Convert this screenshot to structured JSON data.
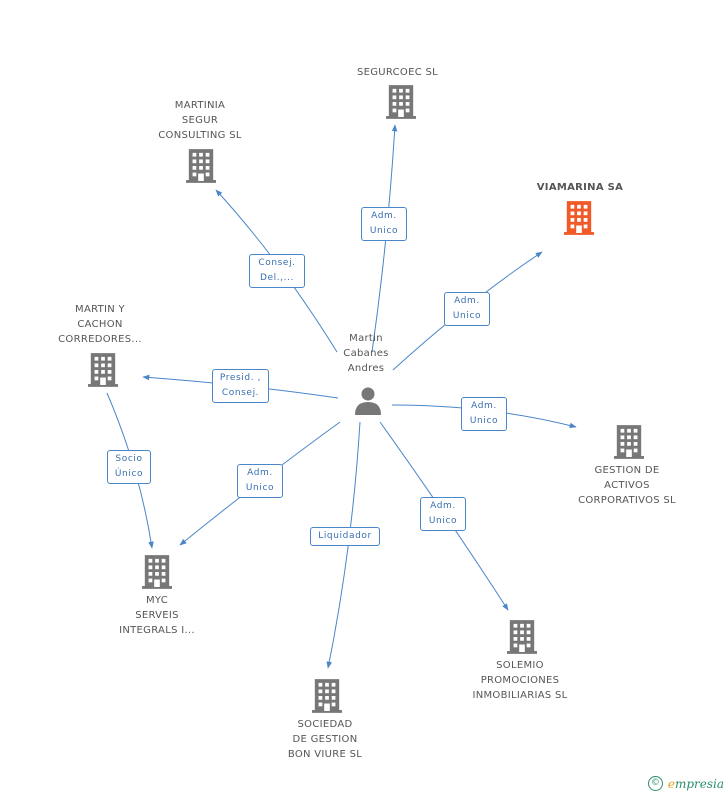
{
  "center": {
    "name_lines": [
      "Martin",
      "Cabanes",
      "Andres"
    ],
    "icon": "person-icon"
  },
  "companies": {
    "segurcoec": {
      "lines": [
        "SEGURCOEC SL"
      ],
      "icon": "building-icon",
      "color": "#777777"
    },
    "martinia": {
      "lines": [
        "MARTINIA",
        "SEGUR",
        "CONSULTING SL"
      ],
      "icon": "building-icon",
      "color": "#777777"
    },
    "viamarina": {
      "lines": [
        "VIAMARINA SA"
      ],
      "icon": "building-icon",
      "color": "#f05a28"
    },
    "martin_cachon": {
      "lines": [
        "MARTIN Y",
        "CACHON",
        "CORREDORES..."
      ],
      "icon": "building-icon",
      "color": "#777777"
    },
    "gestion": {
      "lines": [
        "GESTION DE",
        "ACTIVOS",
        "CORPORATIVOS SL"
      ],
      "icon": "building-icon",
      "color": "#777777"
    },
    "myc": {
      "lines": [
        "MYC",
        "SERVEIS",
        "INTEGRALS I..."
      ],
      "icon": "building-icon",
      "color": "#777777"
    },
    "solemio": {
      "lines": [
        "SOLEMIO",
        "PROMOCIONES",
        "INMOBILIARIAS SL"
      ],
      "icon": "building-icon",
      "color": "#777777"
    },
    "sociedad": {
      "lines": [
        "SOCIEDAD",
        "DE GESTION",
        "BON VIURE SL"
      ],
      "icon": "building-icon",
      "color": "#777777"
    }
  },
  "relations": {
    "segurcoec": [
      "Adm.",
      "Unico"
    ],
    "martinia": [
      "Consej.",
      "Del.,..."
    ],
    "viamarina": [
      "Adm.",
      "Unico"
    ],
    "martin_cachon": [
      "Presid. ,",
      "Consej."
    ],
    "gestion": [
      "Adm.",
      "Unico"
    ],
    "myc_center": [
      "Adm.",
      "Unico"
    ],
    "myc_cachon": [
      "Socio",
      "Único"
    ],
    "solemio": [
      "Adm.",
      "Unico"
    ],
    "sociedad": [
      "Liquidador"
    ]
  },
  "colors": {
    "edge": "#4a86c8",
    "building": "#777777",
    "highlight": "#f05a28"
  },
  "footer": {
    "copyright": "©",
    "brand_first": "e",
    "brand_rest": "mpresia"
  }
}
